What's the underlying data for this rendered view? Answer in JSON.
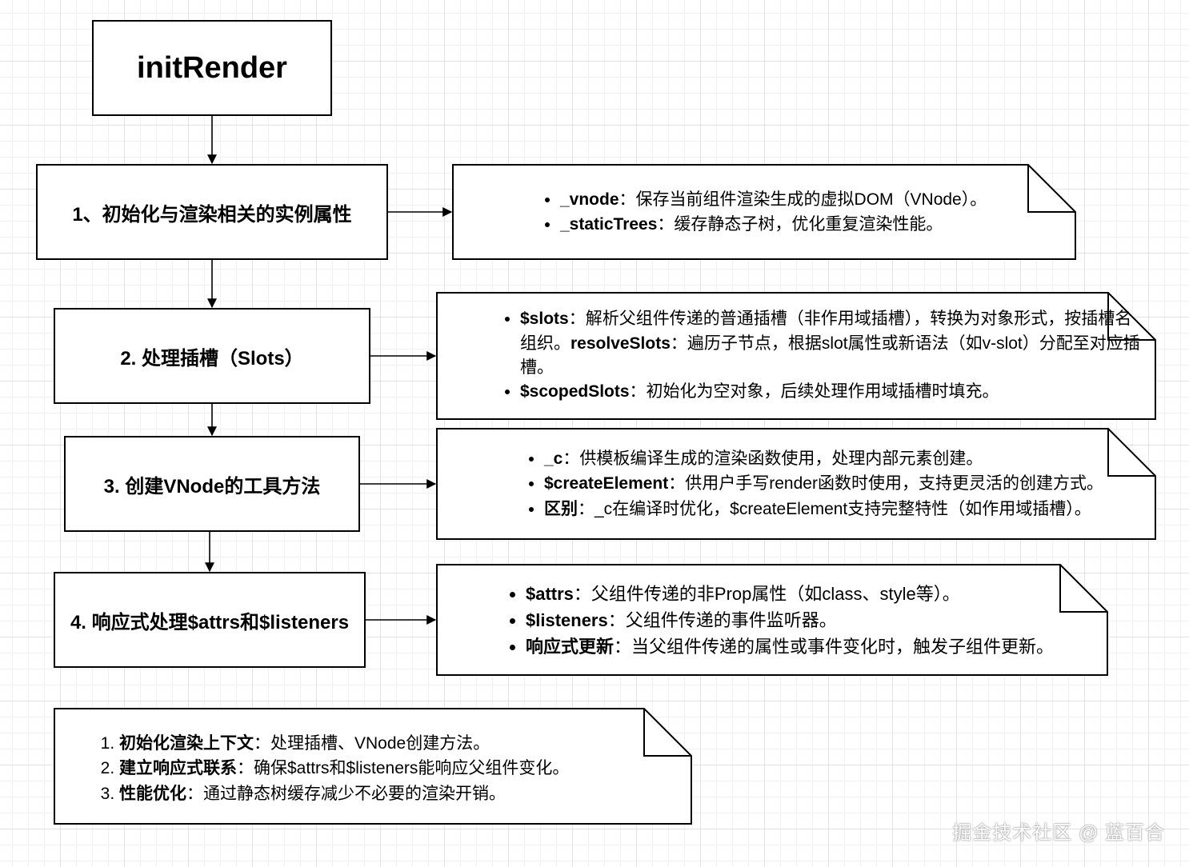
{
  "flow": {
    "title": "initRender",
    "step1": "1、初始化与渲染相关的实例属性",
    "step2": "2. 处理插槽（Slots）",
    "step3": "3. 创建VNode的工具方法",
    "step4": "4. 响应式处理$attrs和$listeners"
  },
  "notes": {
    "n1": [
      {
        "key": "_vnode",
        "text": "：保存当前组件渲染生成的虚拟DOM（VNode）。"
      },
      {
        "key": "_staticTrees",
        "text": "：缓存静态子树，优化重复渲染性能。"
      }
    ],
    "n2": {
      "i1_key": "$slots",
      "i1_text": "：解析父组件传递的普通插槽（非作用域插槽），转换为对象形式，按插槽名组织。",
      "i1_key2": "resolveSlots",
      "i1_text2": "：遍历子节点，根据slot属性或新语法（如v-slot）分配至对应插槽。",
      "i2_key": "$scopedSlots",
      "i2_text": "：初始化为空对象，后续处理作用域插槽时填充。"
    },
    "n3": [
      {
        "key": "_c",
        "text": "：供模板编译生成的渲染函数使用，处理内部元素创建。"
      },
      {
        "key": "$createElement",
        "text": "：供用户手写render函数时使用，支持更灵活的创建方式。"
      },
      {
        "key": "区别",
        "text": "：_c在编译时优化，$createElement支持完整特性（如作用域插槽）。"
      }
    ],
    "n4": [
      {
        "key": "$attrs",
        "text": "：父组件传递的非Prop属性（如class、style等）。"
      },
      {
        "key": "$listeners",
        "text": "：父组件传递的事件监听器。"
      },
      {
        "key": "响应式更新",
        "text": "：当父组件传递的属性或事件变化时，触发子组件更新。"
      }
    ],
    "summary": [
      {
        "key": "初始化渲染上下文",
        "text": "：处理插槽、VNode创建方法。"
      },
      {
        "key": "建立响应式联系",
        "text": "：确保$attrs和$listeners能响应父组件变化。"
      },
      {
        "key": "性能优化",
        "text": "：通过静态树缓存减少不必要的渲染开销。"
      }
    ]
  },
  "watermark": "掘金技术社区 @ 蓝百合"
}
